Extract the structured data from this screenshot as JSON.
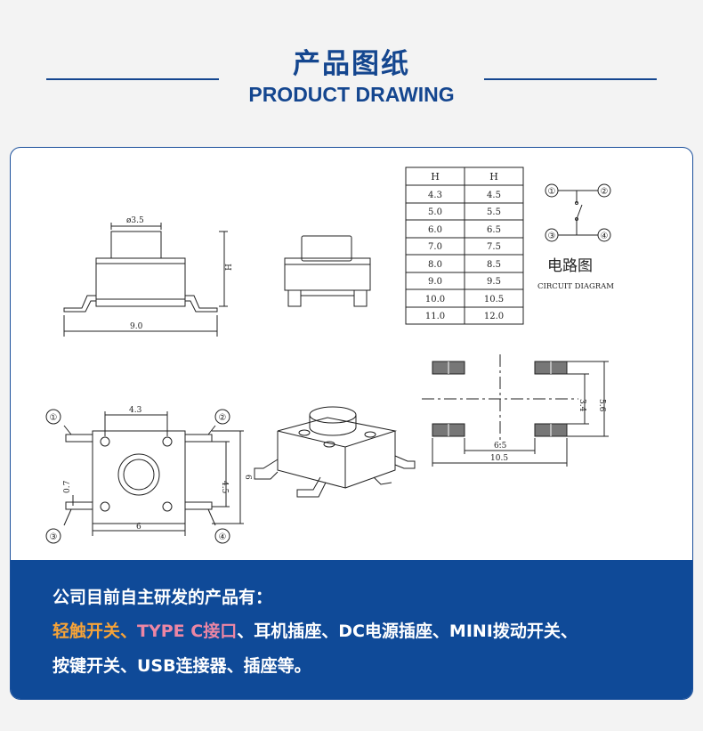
{
  "header": {
    "title": "产品图纸",
    "subtitle": "PRODUCT DRAWING"
  },
  "table": {
    "headers": [
      "H",
      "H"
    ],
    "rows": [
      [
        "4.3",
        "4.5"
      ],
      [
        "5.0",
        "5.5"
      ],
      [
        "6.0",
        "6.5"
      ],
      [
        "7.0",
        "7.5"
      ],
      [
        "8.0",
        "8.5"
      ],
      [
        "9.0",
        "9.5"
      ],
      [
        "10.0",
        "10.5"
      ],
      [
        "11.0",
        "12.0"
      ]
    ]
  },
  "circuit": {
    "title_cn": "电路图",
    "title_en": "CIRCUIT DIAGRAM",
    "pins": [
      "①",
      "②",
      "③",
      "④"
    ]
  },
  "dims": {
    "top_d": "ø3.5",
    "top_h": "H",
    "top_w": "9.0",
    "bot_43": "4.3",
    "bot_07": "0.7",
    "bot_45": "4.5",
    "bot_6": "6",
    "bot_6b": "6",
    "pad_34": "3.4",
    "pad_56": "5.6",
    "pad_65": "6.5",
    "pad_105": "10.5"
  },
  "pins": [
    "①",
    "②",
    "③",
    "④"
  ],
  "footer": {
    "line1": "公司目前自主研发的产品有：",
    "hl1": "轻触开关、",
    "hl2": "TYPE C接口",
    "rest2": "、耳机插座、DC电源插座、MINI拨动开关、",
    "line3": "按键开关、USB连接器、插座等。"
  }
}
